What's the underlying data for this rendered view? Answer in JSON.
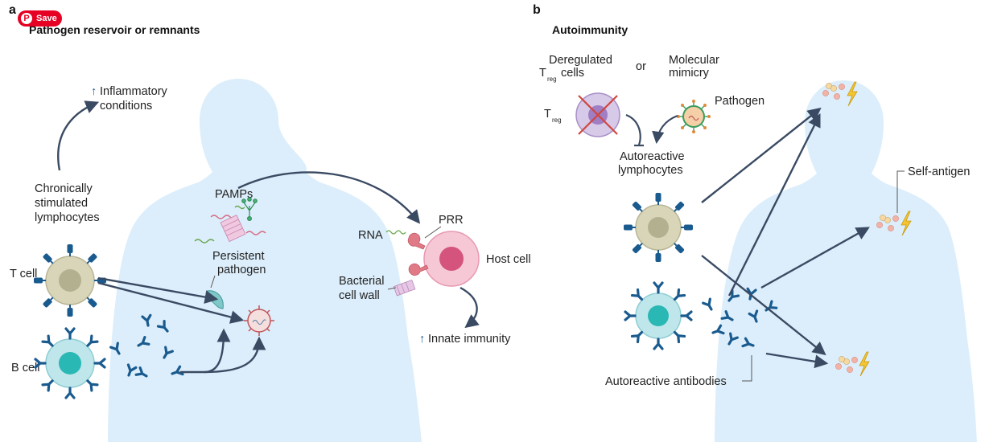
{
  "save_button": {
    "label": "Save",
    "icon": "pinterest-icon"
  },
  "panel_a": {
    "letter": "a",
    "title": "Pathogen reservoir or remnants",
    "inflammatory_line1": "Inflammatory",
    "inflammatory_line2": "conditions",
    "chronic_line1": "Chronically",
    "chronic_line2": "stimulated",
    "chronic_line3": "lymphocytes",
    "t_cell": "T cell",
    "b_cell": "B cell",
    "pamps": "PAMPs",
    "persistent_line1": "Persistent",
    "persistent_line2": "pathogen",
    "rna": "RNA",
    "prr": "PRR",
    "host_cell": "Host cell",
    "bacterial_line1": "Bacterial",
    "bacterial_line2": "cell wall",
    "innate": "Innate immunity"
  },
  "panel_b": {
    "letter": "b",
    "title": "Autoimmunity",
    "dereg_line1": "Deregulated",
    "dereg_t": "T",
    "dereg_sub": "reg",
    "dereg_cells": "cells",
    "or": "or",
    "molecular_line1": "Molecular",
    "molecular_line2": "mimicry",
    "treg_t": "T",
    "treg_sub": "reg",
    "pathogen": "Pathogen",
    "autoreactive_line1": "Autoreactive",
    "autoreactive_line2": "lymphocytes",
    "self_antigen": "Self-antigen",
    "autoreactive_antibodies": "Autoreactive antibodies"
  },
  "colors": {
    "silhouette": "#dceefb",
    "arrow": "#3a4a63",
    "antibody": "#1a5b8f",
    "t_cell_body": "#d8d5b9",
    "t_cell_nucleus": "#b3b08f",
    "b_cell_body": "#bfe6ea",
    "b_cell_nucleus": "#2ab8b5",
    "host_cell_body": "#f6c8d6",
    "host_cell_nucleus": "#d4547e",
    "prr": "#e07a86",
    "lightning": "#f4c431",
    "save_red": "#e60023"
  }
}
